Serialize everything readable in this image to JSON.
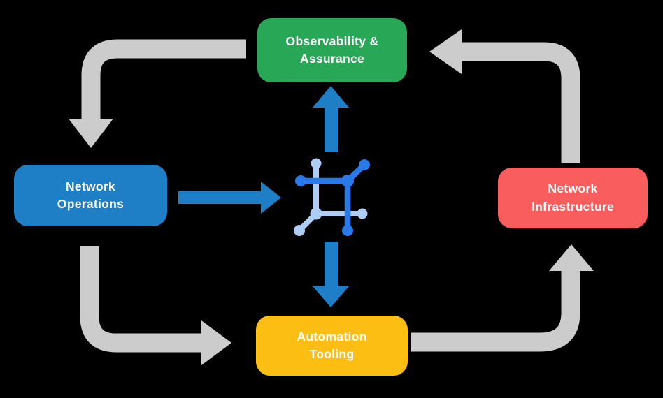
{
  "diagram": {
    "background_color": "#000000",
    "nodes": {
      "observability": {
        "label": "Observability &\nAssurance",
        "color": "#28A857"
      },
      "operations": {
        "label": "Network\nOperations",
        "color": "#1E7FC6"
      },
      "infrastructure": {
        "label": "Network\nInfrastructure",
        "color": "#F95D5D"
      },
      "tooling": {
        "label": "Automation\nTooling",
        "color": "#FDBE14"
      }
    },
    "center_icon": "network-hub-icon",
    "colors": {
      "cycle_arrow": "#CCCCCC",
      "process_arrow": "#1E7FC6",
      "icon_dark_blue": "#2979E8",
      "icon_light_blue": "#AECDF5",
      "label_text": "#FFFFFF"
    },
    "flows": [
      {
        "from": "Observability & Assurance",
        "to": "Network Operations",
        "type": "cycle"
      },
      {
        "from": "Network Operations",
        "to": "Automation Tooling",
        "type": "cycle"
      },
      {
        "from": "Automation Tooling",
        "to": "Network Infrastructure",
        "type": "cycle"
      },
      {
        "from": "Network Infrastructure",
        "to": "Observability & Assurance",
        "type": "cycle"
      },
      {
        "from": "Network Operations",
        "to": "network-hub-icon",
        "type": "process"
      },
      {
        "from": "network-hub-icon",
        "to": "Observability & Assurance",
        "type": "process"
      },
      {
        "from": "network-hub-icon",
        "to": "Automation Tooling",
        "type": "process"
      }
    ]
  }
}
